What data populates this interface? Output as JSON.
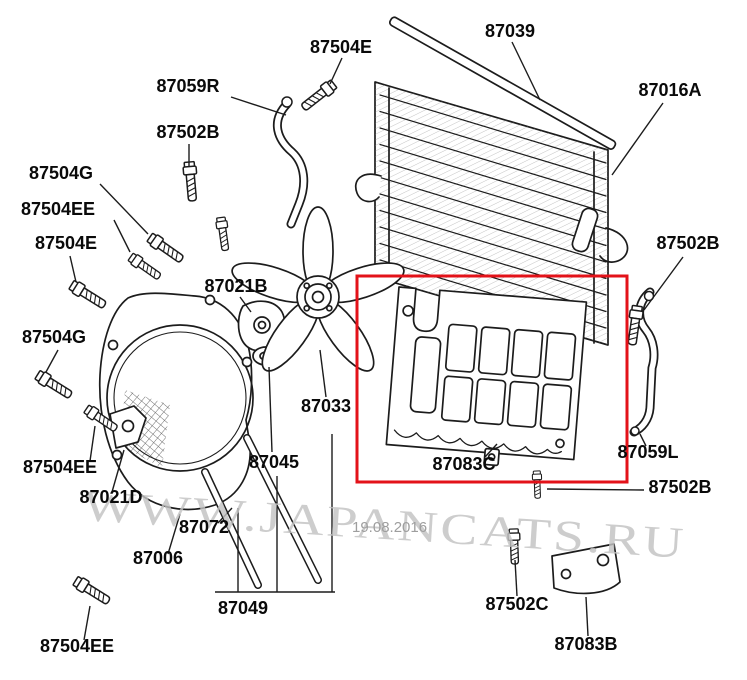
{
  "watermark": {
    "text": "WWW.JAPANCATS.RU",
    "date": "19.08.2016"
  },
  "highlight": {
    "part": "87083C",
    "color": "#e31219"
  },
  "labels": {
    "p87039": "87039",
    "p87504E_top": "87504E",
    "p87059R": "87059R",
    "p87016A": "87016A",
    "p87502B_ul": "87502B",
    "p87504G_u": "87504G",
    "p87504EE_u": "87504EE",
    "p87504E_l": "87504E",
    "p87021B": "87021B",
    "p87502B_r": "87502B",
    "p87504G_low": "87504G",
    "p87033": "87033",
    "p87504EE_mid": "87504EE",
    "p87021D": "87021D",
    "p87045": "87045",
    "p87072": "87072",
    "p87006": "87006",
    "p87083C": "87083C",
    "p87059L": "87059L",
    "p87502B_lr": "87502B",
    "p87049": "87049",
    "p87502C": "87502C",
    "p87083B": "87083B",
    "p87504EE_bot": "87504EE"
  }
}
